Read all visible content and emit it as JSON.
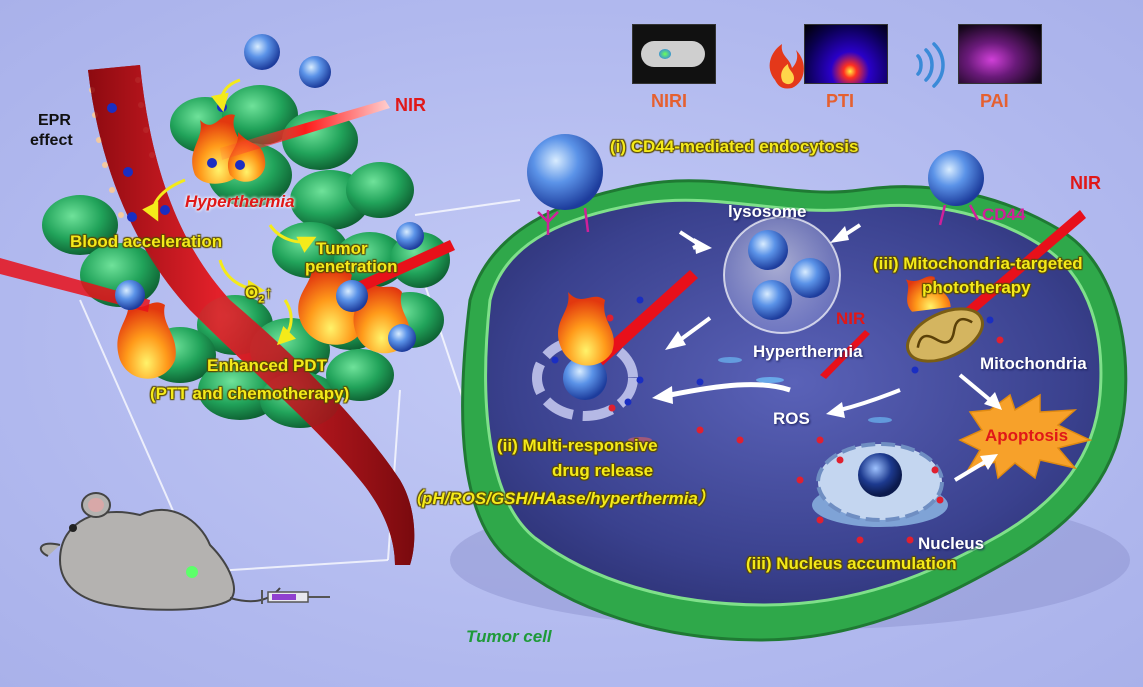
{
  "imaging": {
    "niri": "NIRI",
    "pti": "PTI",
    "pai": "PAI"
  },
  "left": {
    "epr_line1": "EPR",
    "epr_line2": "effect",
    "nir_top": "NIR",
    "hyperthermia": "Hyperthermia",
    "blood_acceleration": "Blood acceleration",
    "tumor_line1": "Tumor",
    "tumor_line2": "penetration",
    "o2": "O",
    "o2_sub": "2",
    "o2_arrow": "↑",
    "enhanced_line1": "Enhanced PDT",
    "enhanced_line2": "(PTT and chemotherapy)"
  },
  "cell": {
    "endocytosis": "(i) CD44-mediated endocytosis",
    "nir_right": "NIR",
    "cd44": "CD44",
    "lysosome": "lysosome",
    "mito_line1": "(iii) Mitochondria-targeted",
    "mito_line2": "phototherapy",
    "nir_inner": "NIR",
    "hyperthermia": "Hyperthermia",
    "mitochondria": "Mitochondria",
    "ros": "ROS",
    "apoptosis": "Apoptosis",
    "release_line1": "(ii) Multi-responsive",
    "release_line2": "drug release",
    "release_line3": "（pH/ROS/GSH/HAase/hyperthermia）",
    "nucleus": "Nucleus",
    "nucleus_acc": "(iii) Nucleus accumulation",
    "tumor_cell": "Tumor cell"
  },
  "colors": {
    "background": "#b7bff0",
    "tumor_green": "#1f9a55",
    "cell_membrane": "#39b84a",
    "cytoplasm": "#3b4290",
    "vessel": "#c8151c",
    "laser": "#e8101a",
    "label_yellow": "#f4ea1a",
    "apoptosis": "#f7a12a",
    "nanoparticle": "#3f76d8"
  }
}
